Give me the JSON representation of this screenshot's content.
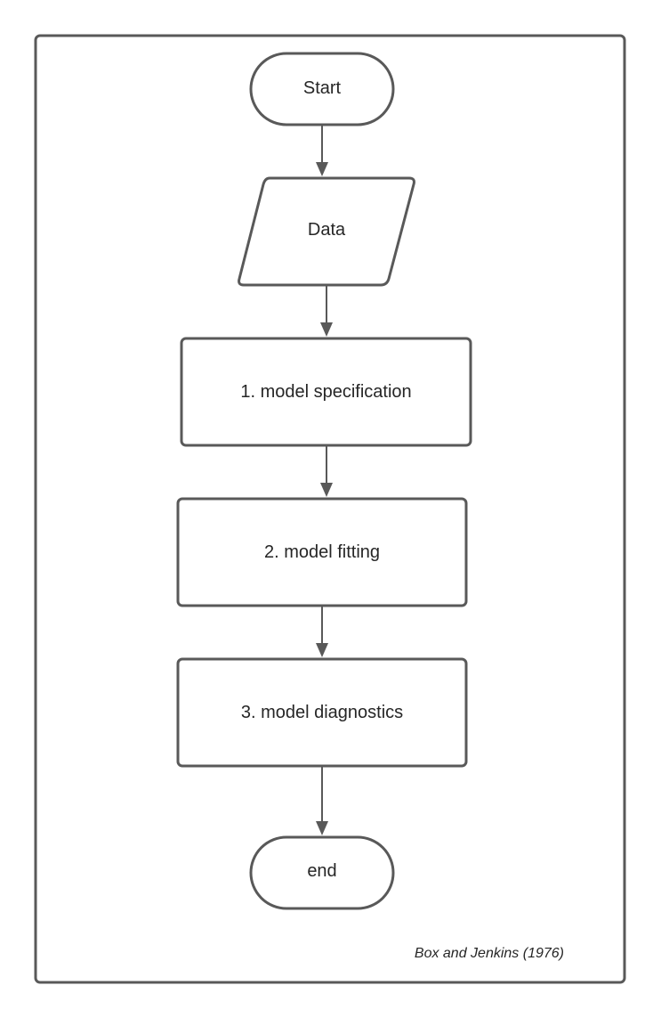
{
  "colors": {
    "stroke": "#595959",
    "text": "#262626",
    "fill": "#ffffff"
  },
  "nodes": {
    "start": {
      "label": "Start"
    },
    "data": {
      "label": "Data"
    },
    "step1": {
      "label": "1. model specification"
    },
    "step2": {
      "label": "2. model fitting"
    },
    "step3": {
      "label": "3. model diagnostics"
    },
    "end": {
      "label": "end"
    }
  },
  "source_caption": "Box and Jenkins (1976)"
}
